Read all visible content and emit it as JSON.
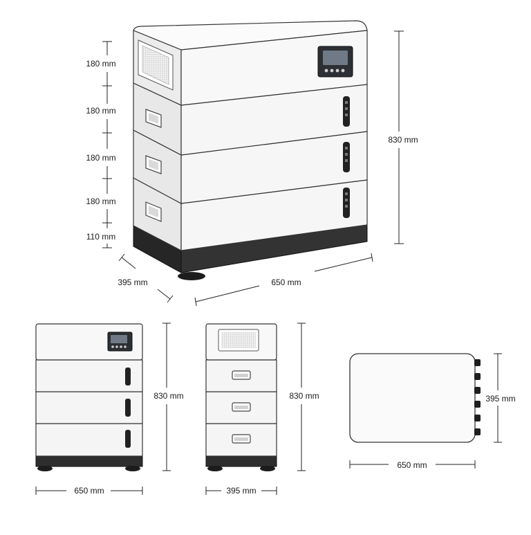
{
  "colors": {
    "panel": "#f4f4f4",
    "panel_side": "#e6e6e6",
    "panel_top": "#fafafa",
    "outline": "#2a2a2a",
    "base": "#2e2e2e",
    "screen": "#2c2f33",
    "screen_glass": "#6f7a86",
    "dimension_line": "#222222"
  },
  "icons": {
    "display": "control-display-icon",
    "indicator": "battery-indicator-icon",
    "vent": "vent-grille-icon",
    "handle": "handle-icon",
    "terminal": "terminal-icon"
  },
  "iso_view": {
    "module_heights": [
      "180 mm",
      "180 mm",
      "180 mm",
      "180 mm",
      "110 mm"
    ],
    "total_height": "830 mm",
    "depth": "395 mm",
    "width": "650 mm"
  },
  "front_view": {
    "height": "830 mm",
    "width": "650 mm"
  },
  "side_view": {
    "height": "830 mm",
    "width": "395 mm"
  },
  "top_view": {
    "depth": "395 mm",
    "width": "650 mm"
  }
}
